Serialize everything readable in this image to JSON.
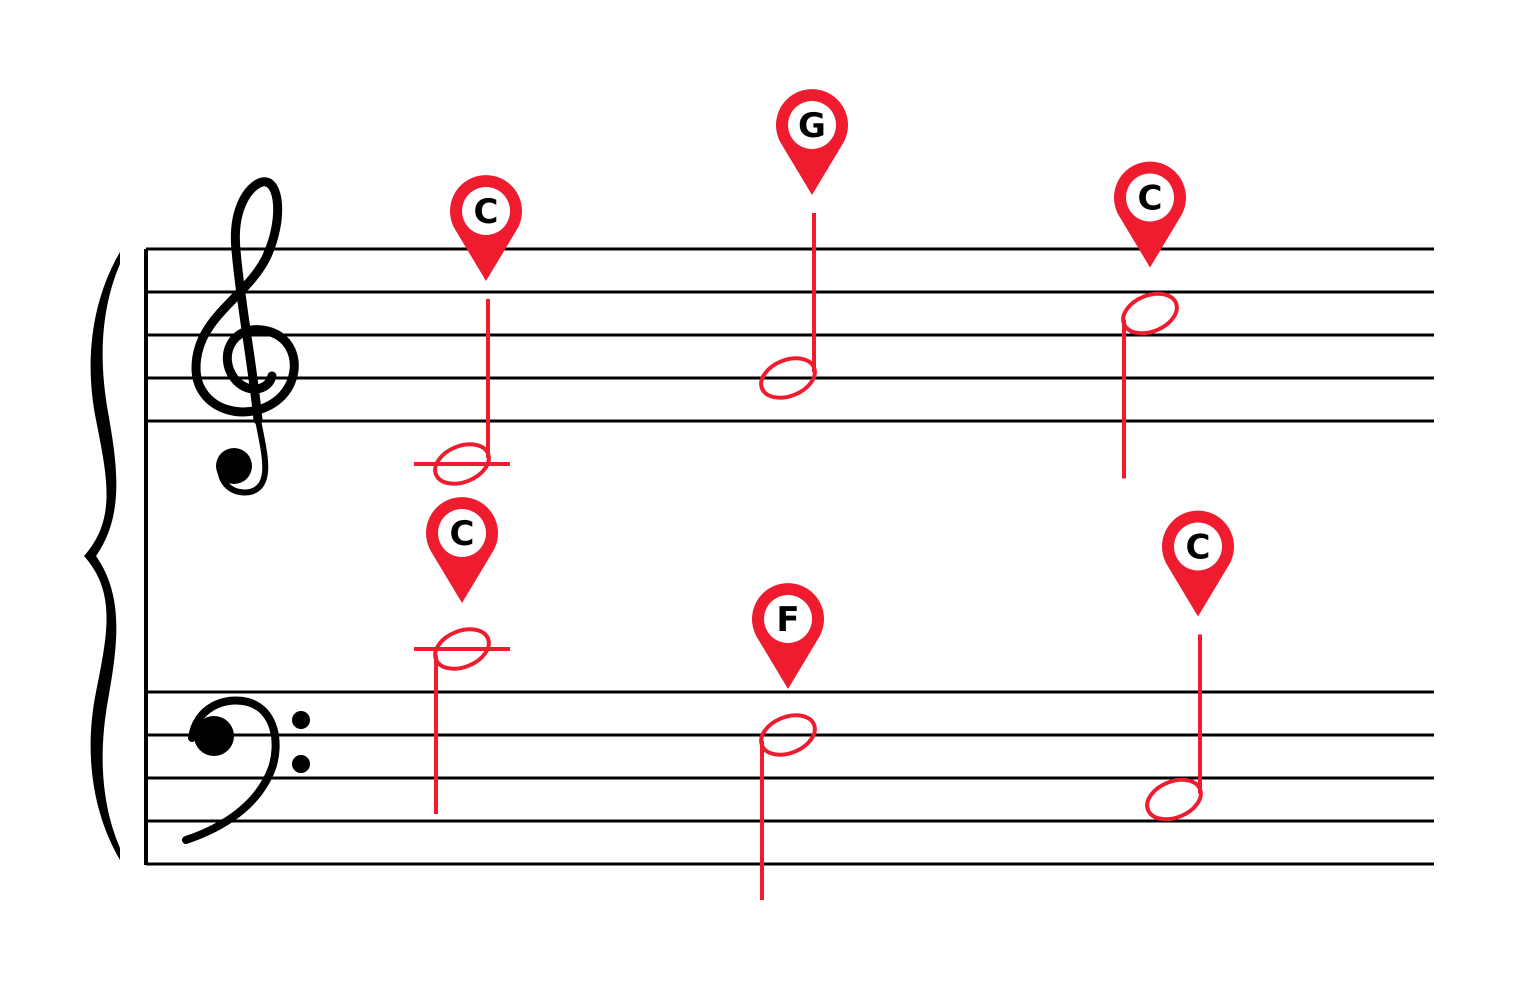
{
  "colors": {
    "accent": "#ee1c2e",
    "ink": "#000000",
    "pin_inner": "#ffffff"
  },
  "systems": {
    "brace": "brace",
    "treble": {
      "clef": "treble-clef"
    },
    "bass": {
      "clef": "bass-clef"
    }
  },
  "notes": [
    {
      "staff": "treble",
      "label": "C",
      "note": "C4",
      "duration": "half",
      "stem": "up",
      "ledger": true
    },
    {
      "staff": "treble",
      "label": "G",
      "note": "G4",
      "duration": "half",
      "stem": "up",
      "ledger": false
    },
    {
      "staff": "treble",
      "label": "C",
      "note": "C5",
      "duration": "half",
      "stem": "down",
      "ledger": false
    },
    {
      "staff": "bass",
      "label": "C",
      "note": "C4",
      "duration": "half",
      "stem": "down",
      "ledger": true
    },
    {
      "staff": "bass",
      "label": "F",
      "note": "F3",
      "duration": "half",
      "stem": "down",
      "ledger": false
    },
    {
      "staff": "bass",
      "label": "C",
      "note": "C3",
      "duration": "half",
      "stem": "up",
      "ledger": false
    }
  ]
}
